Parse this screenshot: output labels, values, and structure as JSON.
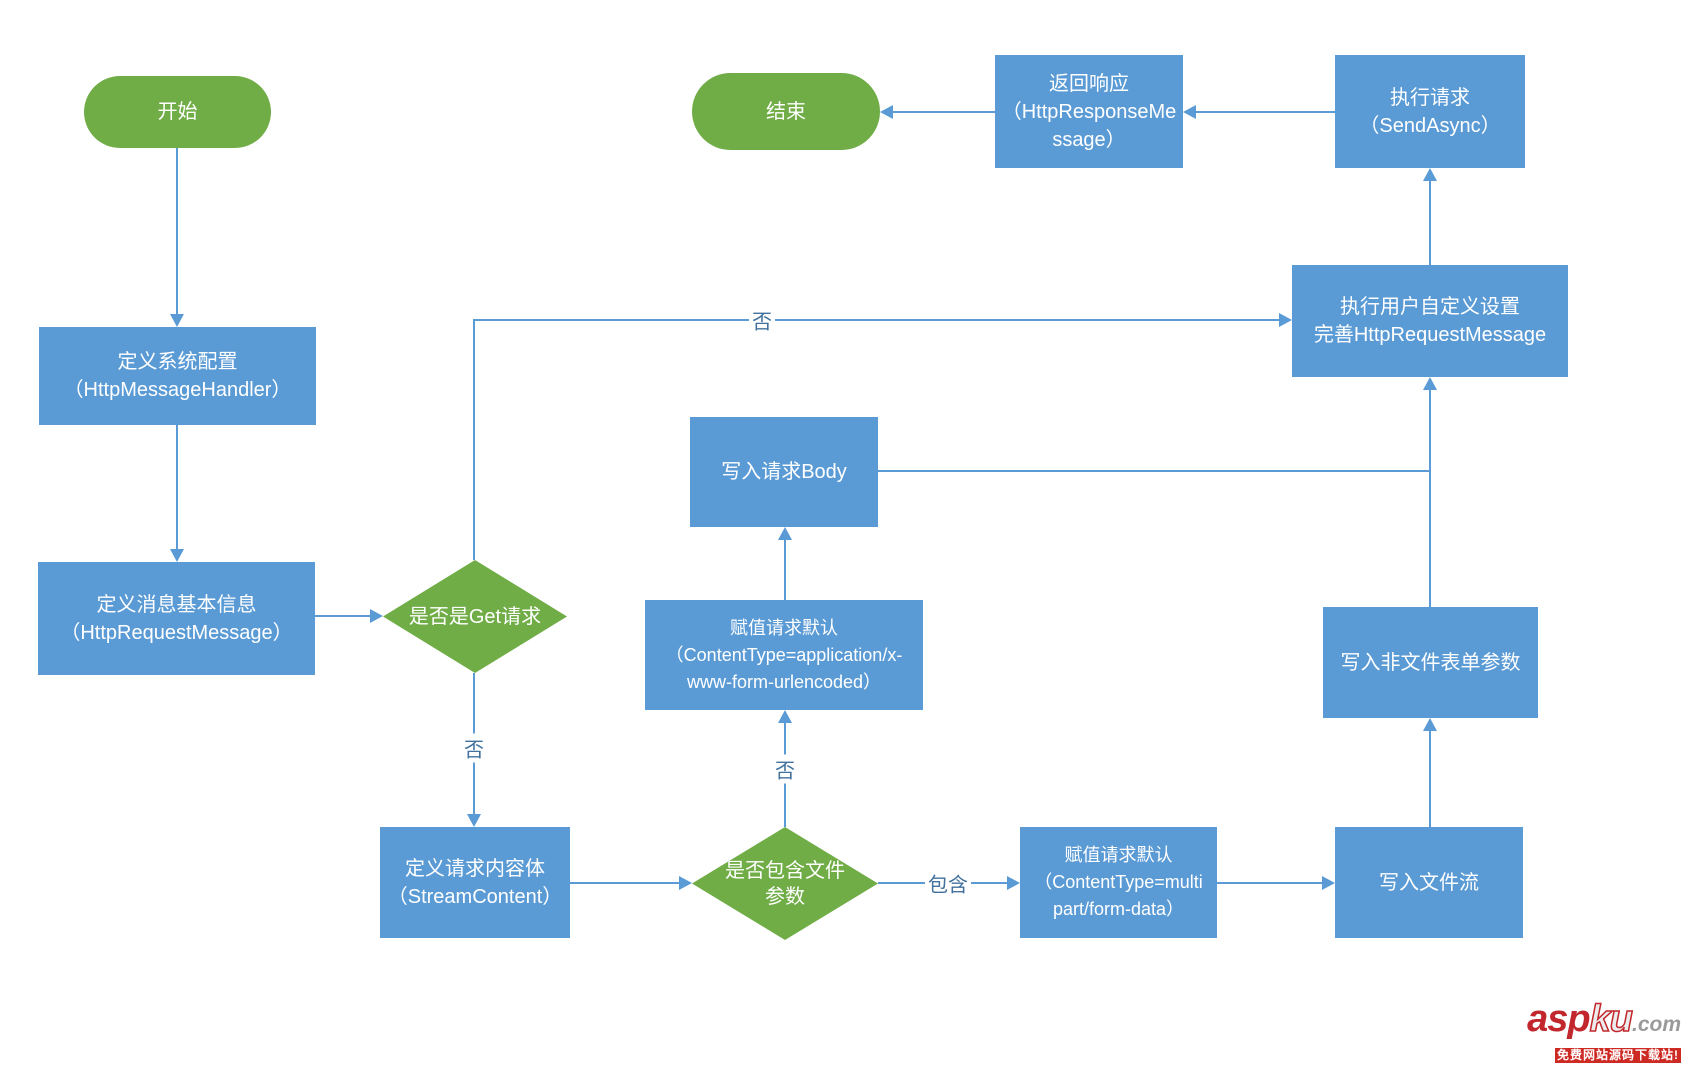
{
  "diagram": {
    "colors": {
      "process_fill": "#5b9bd5",
      "terminator_fill": "#70ad47",
      "decision_fill": "#70ad47",
      "connector": "#5b9bd5",
      "edge_label_text": "#41719c",
      "node_text": "#ffffff"
    },
    "nodes": {
      "start": {
        "type": "terminator",
        "lines": [
          "开始"
        ]
      },
      "end": {
        "type": "terminator",
        "lines": [
          "结束"
        ]
      },
      "sysconfig": {
        "type": "process",
        "lines": [
          "定义系统配置",
          "（HttpMessageHandler）"
        ]
      },
      "msginfo": {
        "type": "process",
        "lines": [
          "定义消息基本信息",
          "（HttpRequestMessage）"
        ]
      },
      "isget": {
        "type": "decision",
        "lines": [
          "是否是Get请求"
        ]
      },
      "content": {
        "type": "process",
        "lines": [
          "定义请求内容体",
          "（StreamContent）"
        ]
      },
      "hasfile": {
        "type": "decision",
        "lines": [
          "是否包含文件",
          "参数"
        ]
      },
      "urlencoded": {
        "type": "process",
        "lines": [
          "赋值请求默认",
          "（ContentType=application/x-",
          "www-form-urlencoded）"
        ]
      },
      "writebody": {
        "type": "process",
        "lines": [
          "写入请求Body"
        ]
      },
      "multipart": {
        "type": "process",
        "lines": [
          "赋值请求默认",
          "（ContentType=multi",
          "part/form-data）"
        ]
      },
      "writefile": {
        "type": "process",
        "lines": [
          "写入文件流"
        ]
      },
      "writeform": {
        "type": "process",
        "lines": [
          "写入非文件表单参数"
        ]
      },
      "custom": {
        "type": "process",
        "lines": [
          "执行用户自定义设置",
          "完善HttpRequestMessage"
        ]
      },
      "send": {
        "type": "process",
        "lines": [
          "执行请求",
          "（SendAsync）"
        ]
      },
      "response": {
        "type": "process",
        "lines": [
          "返回响应",
          "（HttpResponseMe",
          "ssage）"
        ]
      }
    },
    "edges": [
      {
        "from": "start",
        "to": "sysconfig",
        "label": ""
      },
      {
        "from": "sysconfig",
        "to": "msginfo",
        "label": ""
      },
      {
        "from": "msginfo",
        "to": "isget",
        "label": ""
      },
      {
        "from": "isget",
        "to": "custom",
        "label": "否"
      },
      {
        "from": "isget",
        "to": "content",
        "label": "否"
      },
      {
        "from": "content",
        "to": "hasfile",
        "label": ""
      },
      {
        "from": "hasfile",
        "to": "urlencoded",
        "label": "否"
      },
      {
        "from": "hasfile",
        "to": "multipart",
        "label": "包含"
      },
      {
        "from": "urlencoded",
        "to": "writebody",
        "label": ""
      },
      {
        "from": "writebody",
        "to": "custom",
        "label": ""
      },
      {
        "from": "multipart",
        "to": "writefile",
        "label": ""
      },
      {
        "from": "writefile",
        "to": "writeform",
        "label": ""
      },
      {
        "from": "writeform",
        "to": "custom",
        "label": ""
      },
      {
        "from": "custom",
        "to": "send",
        "label": ""
      },
      {
        "from": "send",
        "to": "response",
        "label": ""
      },
      {
        "from": "response",
        "to": "end",
        "label": ""
      }
    ]
  },
  "watermark": {
    "brand_part1": "asp",
    "brand_part2": "ku",
    "brand_part3": ".com",
    "tagline": "免费网站源码下载站!"
  }
}
